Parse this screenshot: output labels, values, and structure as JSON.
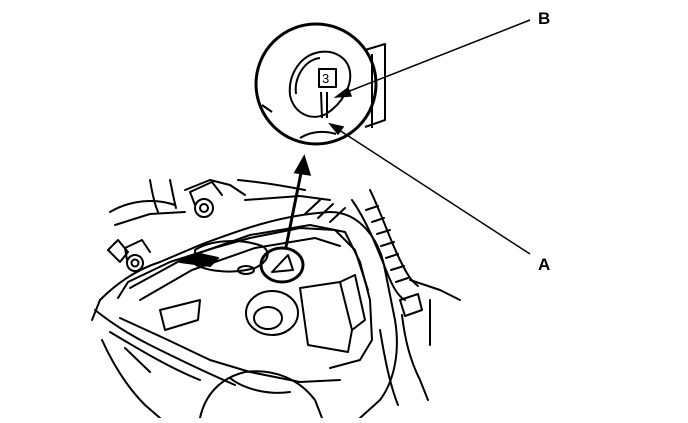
{
  "callouts": {
    "a_label": "A",
    "b_label": "B"
  },
  "detail_view": {
    "mark_number": "3"
  }
}
